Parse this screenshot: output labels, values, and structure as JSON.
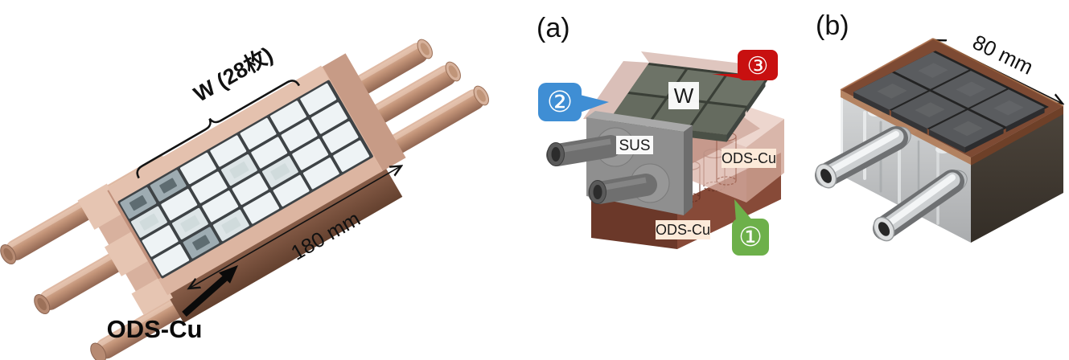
{
  "figure": {
    "left_photo": {
      "tiles_label": "W (28枚)",
      "length_label": "180 mm",
      "material_label": "ODS-Cu",
      "tile_grid": {
        "rows": 4,
        "cols": 7,
        "count": 28,
        "dark_tiles": [
          [
            0,
            0
          ],
          [
            0,
            1
          ],
          [
            3,
            1
          ]
        ],
        "faint_tiles": [
          [
            1,
            0
          ],
          [
            2,
            1
          ],
          [
            1,
            3
          ],
          [
            2,
            4
          ],
          [
            3,
            2
          ]
        ]
      },
      "colors": {
        "copper_body": "#c1917c",
        "copper_rail": "#e4c1ae",
        "tile_white": "#eef3f5",
        "tile_dark": "#9eacb2"
      }
    },
    "panel_a": {
      "panel_label": "(a)",
      "w_label": "W",
      "sus_label": "SUS",
      "ods_cu_side_label": "ODS-Cu",
      "ods_cu_base_label": "ODS-Cu",
      "tile_grid": {
        "rows": 2,
        "cols": 3
      },
      "callouts": [
        {
          "number": "①",
          "color": "#6db04a"
        },
        {
          "number": "②",
          "color": "#3f8ed4"
        },
        {
          "number": "③",
          "color": "#c81010"
        }
      ],
      "label_bg_cream": "#fcead9"
    },
    "panel_b": {
      "panel_label": "(b)",
      "width_label": "80 mm",
      "tile_grid": {
        "rows": 2,
        "cols": 3
      }
    }
  }
}
